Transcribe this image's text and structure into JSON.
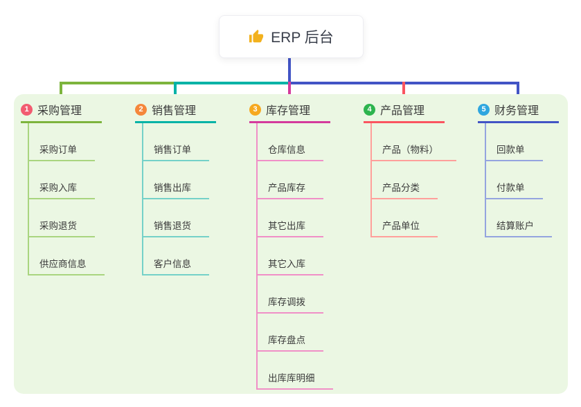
{
  "root": {
    "label": "ERP 后台",
    "icon": "thumbs-up-icon",
    "line_color": "#4254c5"
  },
  "panel": {
    "bg": "#ebf7e3"
  },
  "icon_colors": {
    "thumbs_up": "#f2b11d"
  },
  "branches": [
    {
      "badge": "1",
      "label": "采购管理",
      "badge_color": "#f25b70",
      "line_color": "#7db43d",
      "child_line_color": "#a9d57f",
      "children": [
        "采购订单",
        "采购入库",
        "采购退货",
        "供应商信息"
      ]
    },
    {
      "badge": "2",
      "label": "销售管理",
      "badge_color": "#f5873b",
      "line_color": "#00b3a6",
      "child_line_color": "#74d1c8",
      "children": [
        "销售订单",
        "销售出库",
        "销售退货",
        "客户信息"
      ]
    },
    {
      "badge": "3",
      "label": "库存管理",
      "badge_color": "#f6a81f",
      "line_color": "#d43a9c",
      "child_line_color": "#f08fc7",
      "children": [
        "仓库信息",
        "产品库存",
        "其它出库",
        "其它入库",
        "库存调拨",
        "库存盘点",
        "出库库明细"
      ]
    },
    {
      "badge": "4",
      "label": "产品管理",
      "badge_color": "#2db44e",
      "line_color": "#fa5560",
      "child_line_color": "#ff9f9b",
      "children": [
        "产品（物料）",
        "产品分类",
        "产品单位"
      ]
    },
    {
      "badge": "5",
      "label": "财务管理",
      "badge_color": "#2fa6df",
      "line_color": "#4254c5",
      "child_line_color": "#94a4df",
      "children": [
        "回款单",
        "付款单",
        "结算账户"
      ]
    }
  ]
}
